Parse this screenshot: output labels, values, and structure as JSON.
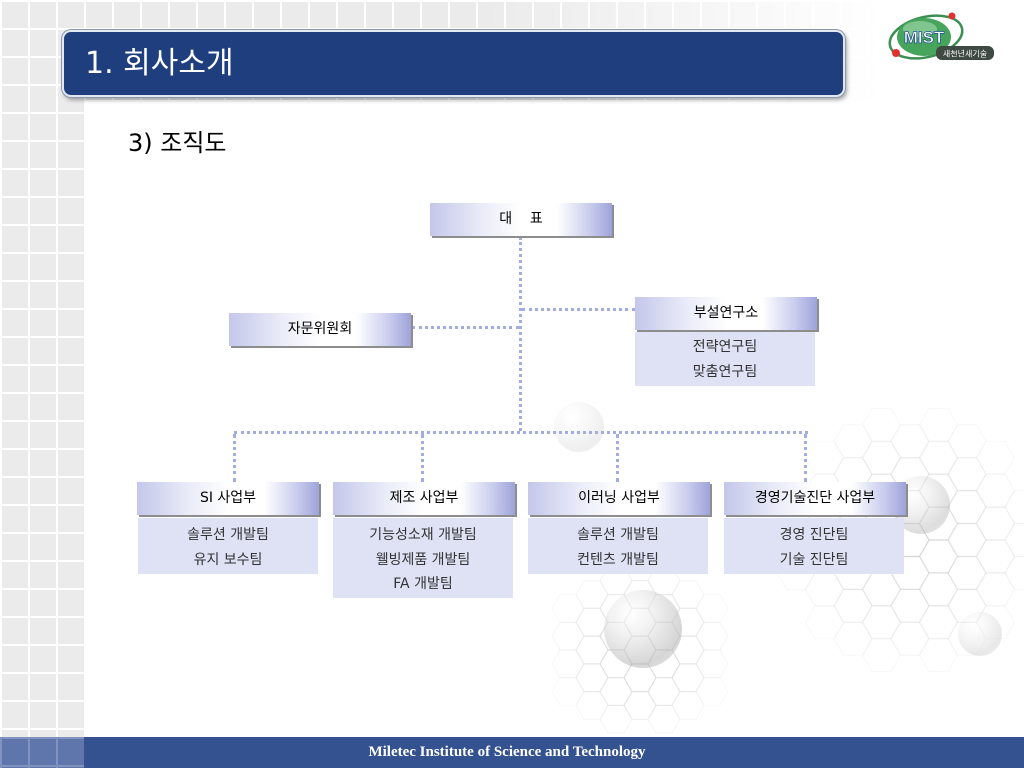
{
  "slide": {
    "title": "1. 회사소개",
    "subtitle": "3) 조직도",
    "footer": "Miletec Institute of Science and Technology"
  },
  "logo": {
    "mark": "MIST",
    "tagline": "새천년새기술"
  },
  "org_chart": {
    "head": "대    표",
    "advisory": "자문위원회",
    "lab": {
      "name": "부설연구소",
      "teams": [
        "전략연구팀",
        "맞춤연구팀"
      ]
    },
    "divisions": [
      {
        "name": "SI 사업부",
        "teams": [
          "솔루션 개발팀",
          "유지 보수팀"
        ]
      },
      {
        "name": "제조 사업부",
        "teams": [
          "기능성소재 개발팀",
          "웰빙제품 개발팀",
          "FA 개발팀"
        ]
      },
      {
        "name": "이러닝 사업부",
        "teams": [
          "솔루션 개발팀",
          "컨텐츠 개발팀"
        ]
      },
      {
        "name": "경영기술진단 사업부",
        "teams": [
          "경영 진단팀",
          "기술 진단팀"
        ]
      }
    ]
  },
  "colors": {
    "title_bar": "#1e3e7e",
    "footer": "#34528f",
    "panel": "#dee2f4",
    "connector": "#a3addf"
  }
}
